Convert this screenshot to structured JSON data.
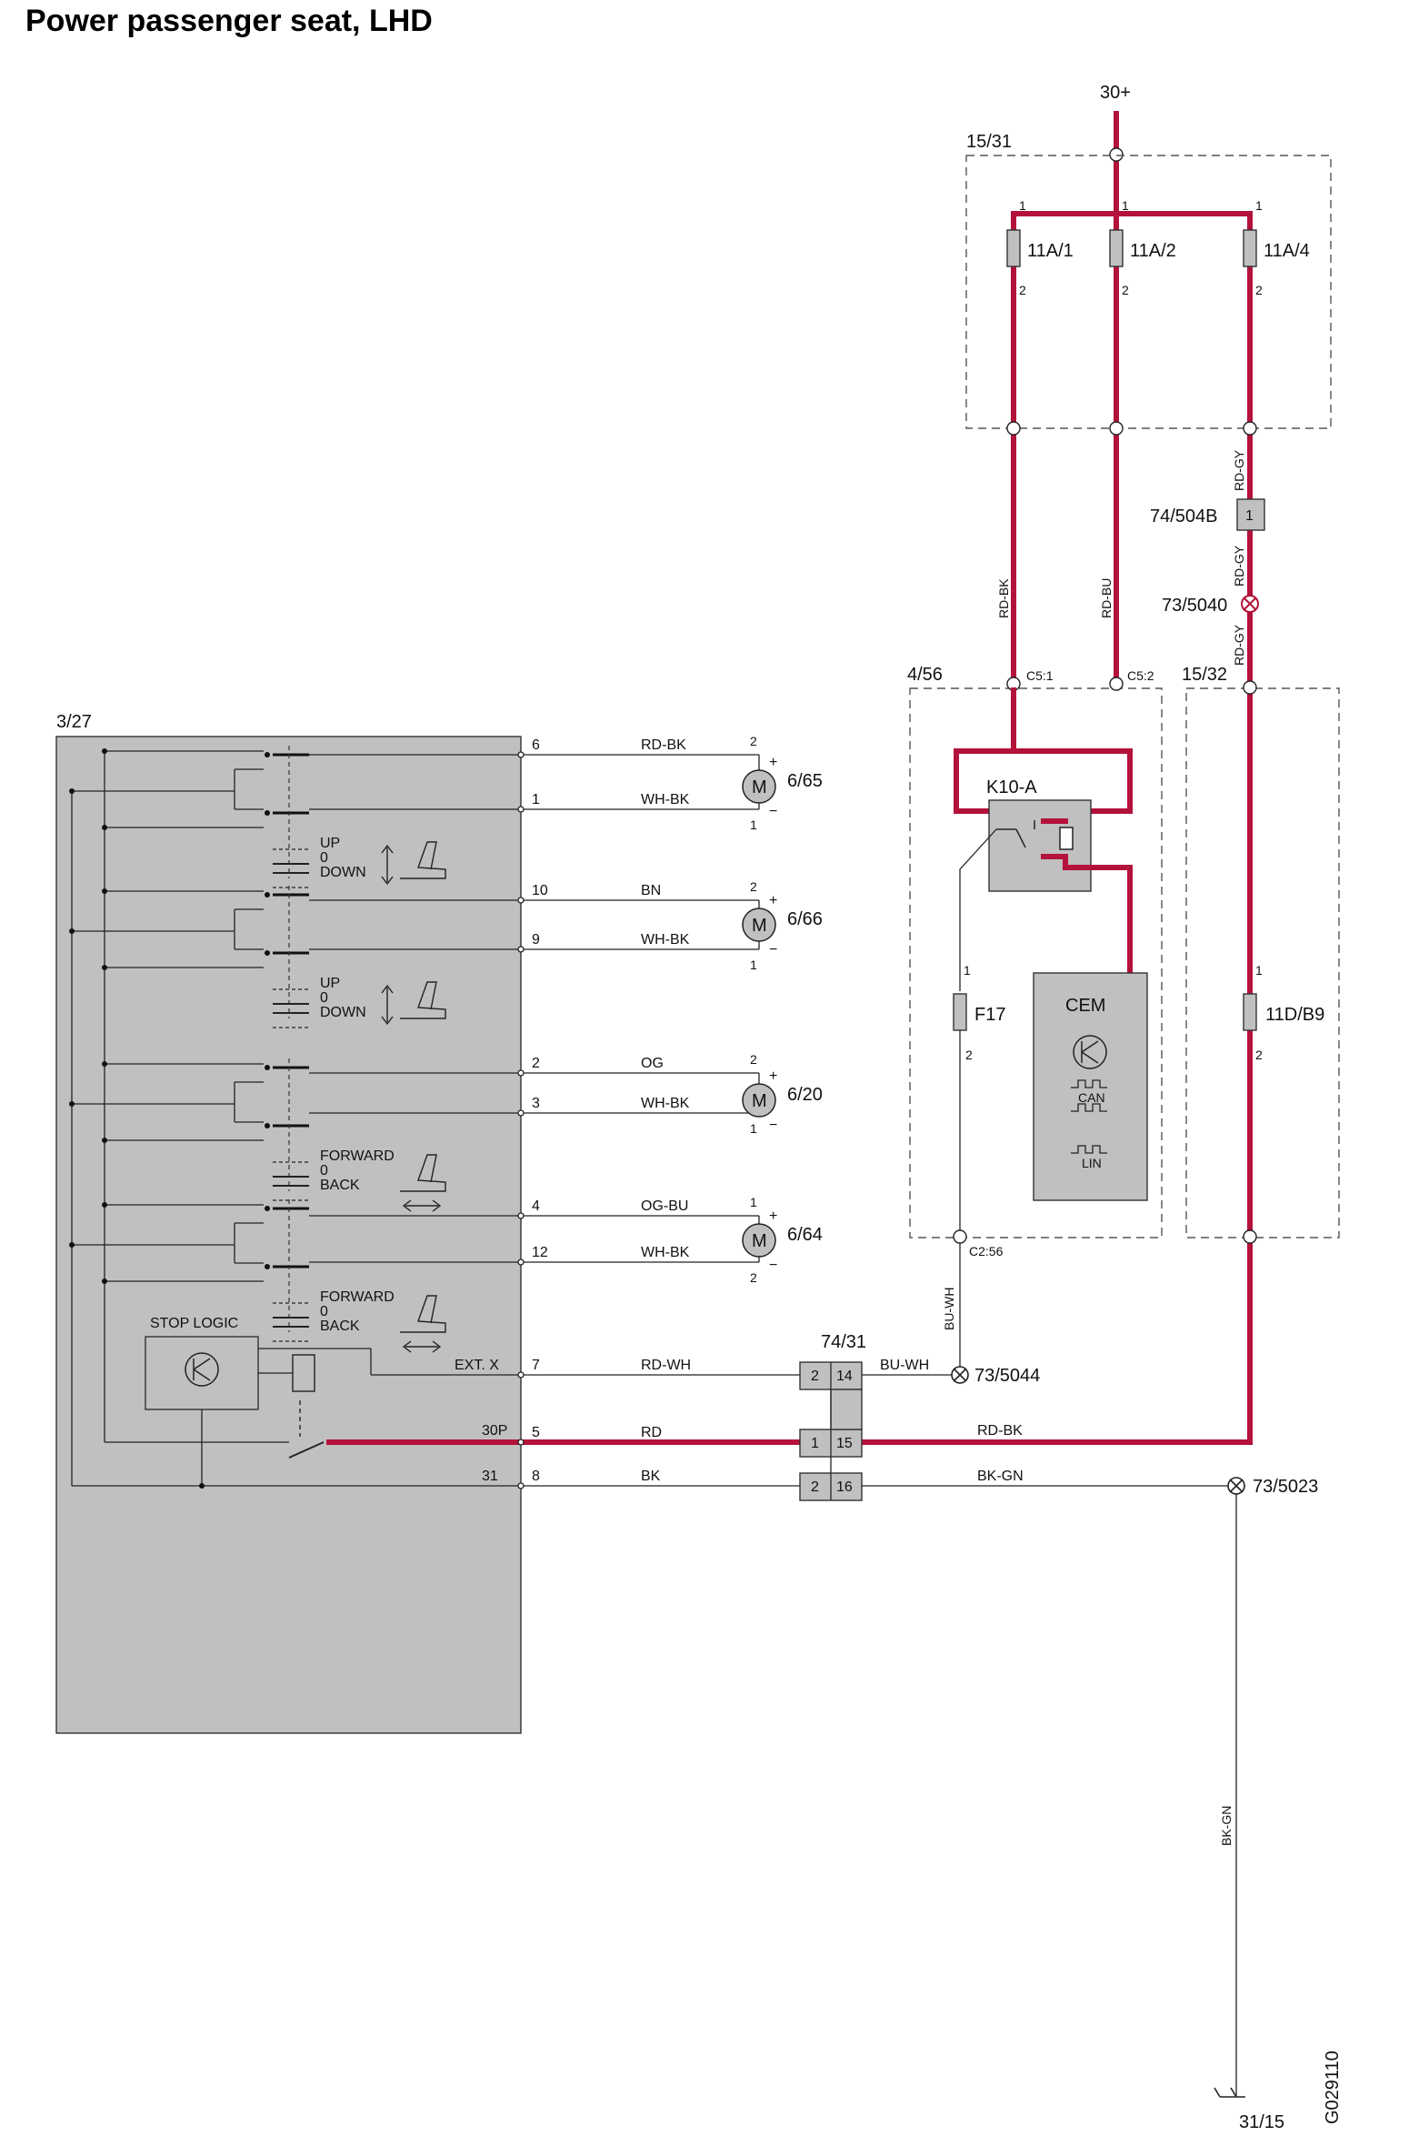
{
  "title": "Power passenger seat, LHD",
  "figure_id": "G029110",
  "supply": "30+",
  "fuse_box": {
    "id": "15/31",
    "fuses": [
      {
        "name": "11A/1",
        "pin_in": "1",
        "pin_out": "2"
      },
      {
        "name": "11A/2",
        "pin_in": "1",
        "pin_out": "2"
      },
      {
        "name": "11A/4",
        "pin_in": "1",
        "pin_out": "2"
      }
    ]
  },
  "wires_vertical": {
    "fuse1": "RD-BK",
    "fuse2": "RD-BU",
    "fuse4_top": "RD-GY",
    "fuse4_mid": "RD-GY",
    "fuse4_low": "RD-GY",
    "f17_out": "BU-WH",
    "ground": "BK-GN"
  },
  "connector_504b": {
    "id": "74/504B",
    "pin": "1"
  },
  "splice_5040": "73/5040",
  "cem": {
    "id": "4/56",
    "pins": {
      "c51": "C5:1",
      "c52": "C5:2",
      "c256": "C2:56"
    },
    "relay": "K10-A",
    "fuse": "F17",
    "fuse_pin_in": "1",
    "fuse_pin_out": "2",
    "label": "CEM",
    "bus1": "CAN",
    "bus2": "LIN"
  },
  "fuse_box2": {
    "id": "15/32",
    "fuse": "11D/B9",
    "pin_in": "1",
    "pin_out": "2"
  },
  "seat_module": {
    "id": "3/27",
    "stop_logic": "STOP LOGIC",
    "ext": "EXT. X",
    "p30": "30P",
    "p31": "31"
  },
  "switch_groups": [
    {
      "l1": "UP",
      "l2": "0",
      "l3": "DOWN"
    },
    {
      "l1": "UP",
      "l2": "0",
      "l3": "DOWN"
    },
    {
      "l1": "FORWARD",
      "l2": "0",
      "l3": "BACK"
    },
    {
      "l1": "FORWARD",
      "l2": "0",
      "l3": "BACK"
    }
  ],
  "motor_wires": [
    {
      "pin": "6",
      "color": "RD-BK",
      "motor_pin": "2",
      "motor": "6/65"
    },
    {
      "pin": "1",
      "color": "WH-BK",
      "motor_pin": "1",
      "motor": "6/65"
    },
    {
      "pin": "10",
      "color": "BN",
      "motor_pin": "2",
      "motor": "6/66"
    },
    {
      "pin": "9",
      "color": "WH-BK",
      "motor_pin": "1",
      "motor": "6/66"
    },
    {
      "pin": "2",
      "color": "OG",
      "motor_pin": "2",
      "motor": "6/20"
    },
    {
      "pin": "3",
      "color": "WH-BK",
      "motor_pin": "1",
      "motor": "6/20"
    },
    {
      "pin": "4",
      "color": "OG-BU",
      "motor_pin": "1",
      "motor": "6/64"
    },
    {
      "pin": "12",
      "color": "WH-BK",
      "motor_pin": "2",
      "motor": "6/64"
    }
  ],
  "motors": [
    "6/65",
    "6/66",
    "6/20",
    "6/64"
  ],
  "motor_symbol": "M",
  "plus": "+",
  "minus": "−",
  "lower_wires": [
    {
      "pin": "7",
      "color": "RD-WH",
      "conn_left": "2",
      "conn_right": "14",
      "right_color": "BU-WH",
      "splice": "73/5044"
    },
    {
      "pin": "5",
      "color": "RD",
      "conn_left": "1",
      "conn_right": "15",
      "right_color": "RD-BK"
    },
    {
      "pin": "8",
      "color": "BK",
      "conn_left": "2",
      "conn_right": "16",
      "right_color": "BK-GN",
      "splice": "73/5023"
    }
  ],
  "connector_7431": "74/31",
  "ground_point": "31/15",
  "colors": {
    "power": "#b3123a",
    "module_fill": "#c0c0c0",
    "line": "#222222"
  }
}
